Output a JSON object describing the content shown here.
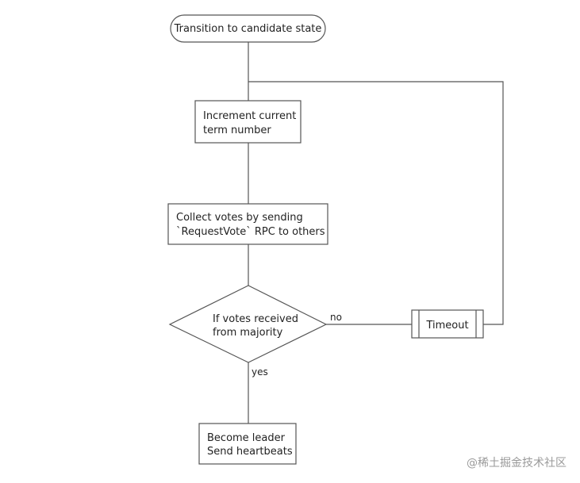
{
  "diagram": {
    "nodes": {
      "start": {
        "lines": [
          "Transition to candidate state"
        ]
      },
      "increment": {
        "lines": [
          "Increment current",
          "term number"
        ]
      },
      "collect": {
        "lines": [
          "Collect votes by sending",
          "`RequestVote` RPC to others"
        ]
      },
      "decision": {
        "lines": [
          "If votes received",
          "from majority"
        ]
      },
      "timeout": {
        "lines": [
          "Timeout"
        ]
      },
      "leader": {
        "lines": [
          "Become leader",
          "Send heartbeats"
        ]
      }
    },
    "edge_labels": {
      "no": "no",
      "yes": "yes"
    }
  },
  "watermark": "@稀土掘金技术社区",
  "colors": {
    "stroke": "#555555",
    "text": "#222222",
    "watermark": "#9a9a9a"
  }
}
